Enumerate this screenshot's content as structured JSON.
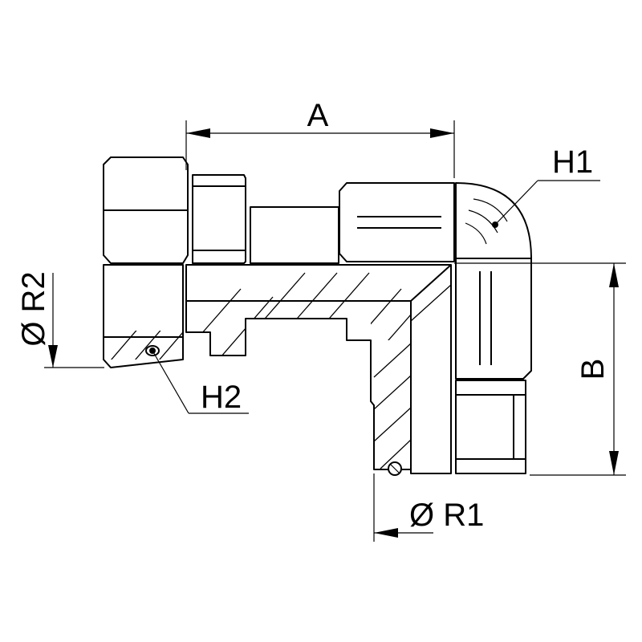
{
  "labels": {
    "a": "A",
    "b": "B",
    "h1": "H1",
    "h2": "H2",
    "r1": "Ø R1",
    "r2": "Ø R2"
  },
  "colors": {
    "line": "#000000",
    "background": "#ffffff"
  }
}
